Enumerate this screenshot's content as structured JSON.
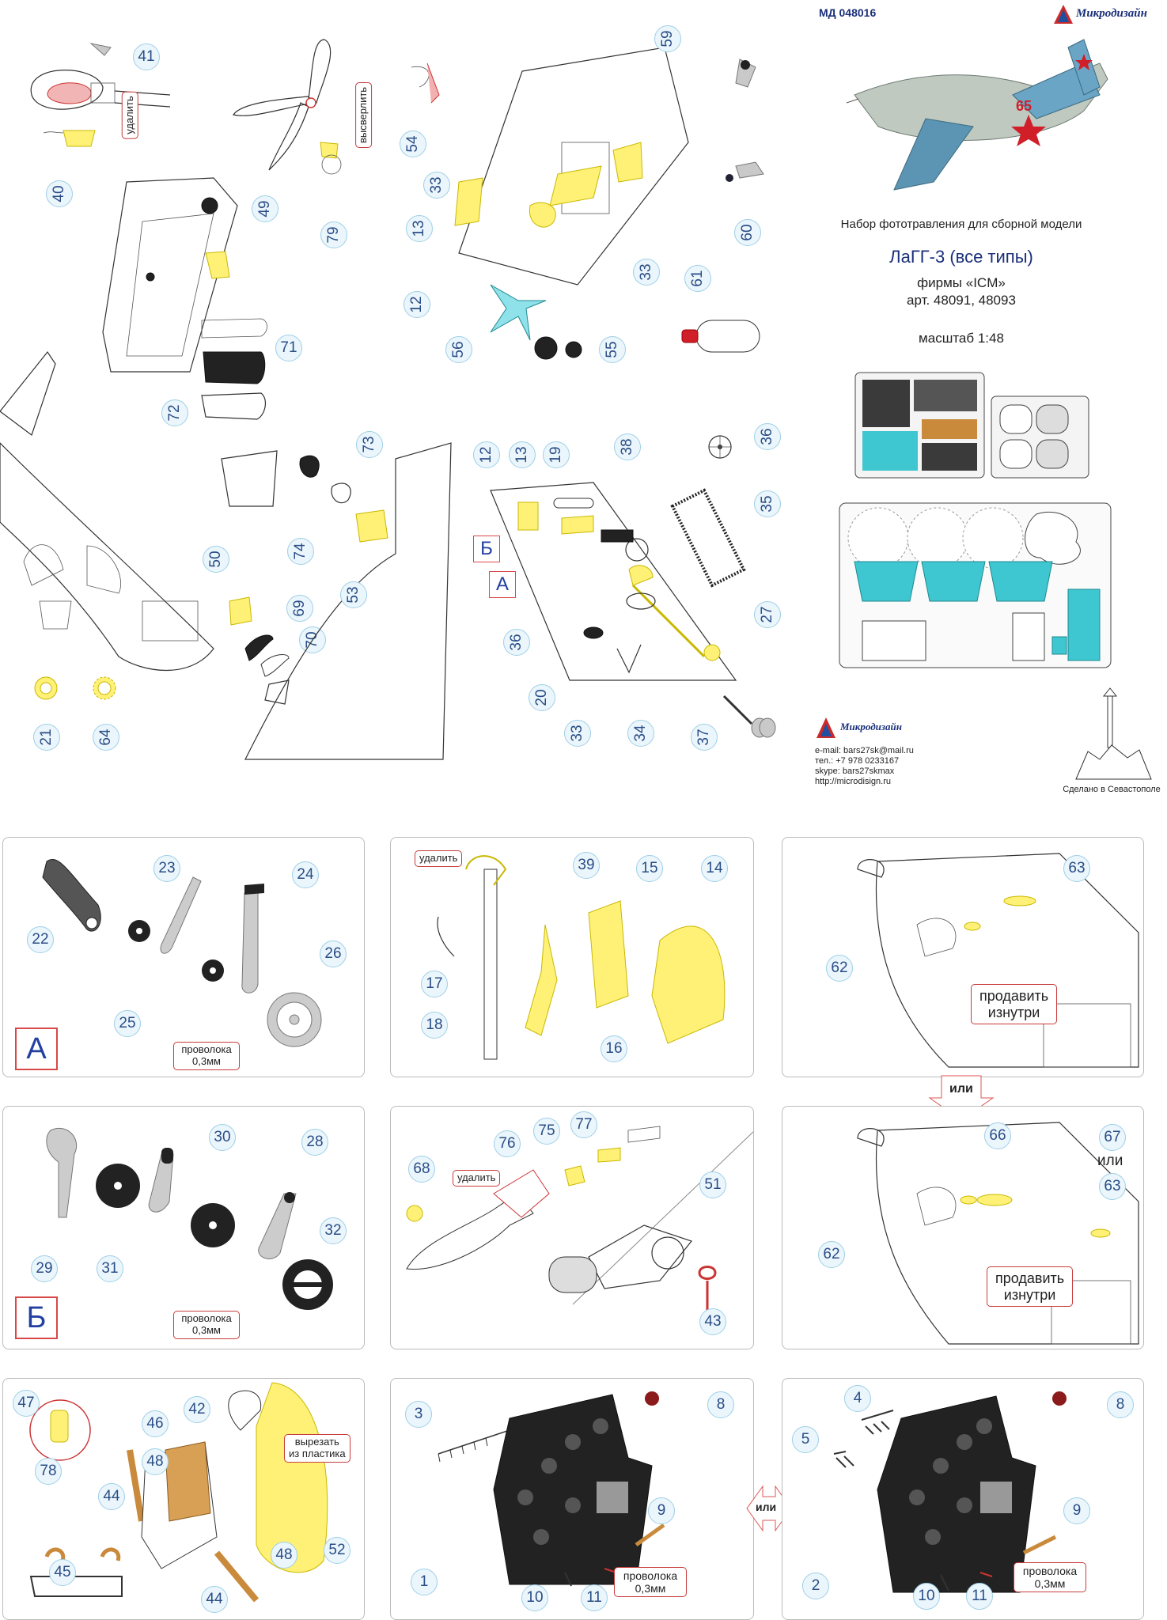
{
  "header": {
    "code": "МД 048016",
    "brand": "Микродизайн",
    "kit_title": "Набор фототравления для сборной модели",
    "model": "ЛаГГ-3 (все типы)",
    "maker": "фирмы «ICM»",
    "article": "арт. 48091, 48093",
    "scale": "масштаб 1:48",
    "plane_number": "65"
  },
  "contacts": {
    "brand": "Микродизайн",
    "email": "e-mail: bars27sk@mail.ru",
    "phone": "тел.: +7 978 0233167",
    "skype": "skype: bars27skmax",
    "site": "http://microdisign.ru",
    "made_in": "Сделано в Севастополе"
  },
  "labels": {
    "remove": "удалить",
    "drill": "высверлить",
    "wire": "проволока 0,3мм",
    "wire_line1": "проволока",
    "wire_line2": "0,3мм",
    "solder_line1": "продавить",
    "solder_line2": "изнутри",
    "or": "или",
    "cut_line1": "вырезать",
    "cut_line2": "из пластика",
    "letter_a": "А",
    "letter_b": "Б"
  },
  "callouts": {
    "n1": "1",
    "n2": "2",
    "n3": "3",
    "n4": "4",
    "n5": "5",
    "n8": "8",
    "n9": "9",
    "n10": "10",
    "n11": "11",
    "n12": "12",
    "n13": "13",
    "n14": "14",
    "n15": "15",
    "n16": "16",
    "n17": "17",
    "n18": "18",
    "n19": "19",
    "n20": "20",
    "n21": "21",
    "n22": "22",
    "n23": "23",
    "n24": "24",
    "n25": "25",
    "n26": "26",
    "n27": "27",
    "n28": "28",
    "n29": "29",
    "n30": "30",
    "n31": "31",
    "n32": "32",
    "n33": "33",
    "n34": "34",
    "n35": "35",
    "n36": "36",
    "n37": "37",
    "n38": "38",
    "n39": "39",
    "n40": "40",
    "n41": "41",
    "n42": "42",
    "n43": "43",
    "n44": "44",
    "n45": "45",
    "n46": "46",
    "n47": "47",
    "n48": "48",
    "n49": "49",
    "n50": "50",
    "n51": "51",
    "n52": "52",
    "n53": "53",
    "n54": "54",
    "n55": "55",
    "n56": "56",
    "n59": "59",
    "n60": "60",
    "n61": "61",
    "n62": "62",
    "n63": "63",
    "n64": "64",
    "n66": "66",
    "n67": "67",
    "n68": "68",
    "n69": "69",
    "n70": "70",
    "n71": "71",
    "n72": "72",
    "n73": "73",
    "n74": "74",
    "n75": "75",
    "n76": "76",
    "n77": "77",
    "n78": "78",
    "n79": "79"
  },
  "colors": {
    "callout_fill": "#eaf6fc",
    "callout_text": "#2b4d86",
    "part_yellow": "#fff176",
    "fret_cyan": "#3ec7d0",
    "red_box": "#c83b3b"
  }
}
